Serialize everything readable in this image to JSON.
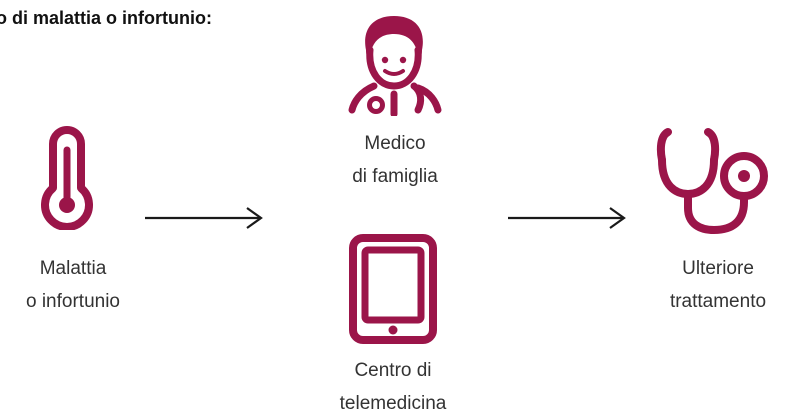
{
  "heading": "o di malattia o infortunio:",
  "colors": {
    "accent": "#9b1549",
    "arrow": "#1a1a1a"
  },
  "nodes": {
    "illness": {
      "icon": "thermometer-icon",
      "label_line1": "Malattia",
      "label_line2": "o infortunio"
    },
    "doctor": {
      "icon": "doctor-icon",
      "label_line1": "Medico",
      "label_line2": "di famiglia"
    },
    "telemedicine": {
      "icon": "tablet-icon",
      "label_line1": "Centro di",
      "label_line2": "telemedicina"
    },
    "treatment": {
      "icon": "stethoscope-icon",
      "label_line1": "Ulteriore",
      "label_line2": "trattamento"
    }
  }
}
